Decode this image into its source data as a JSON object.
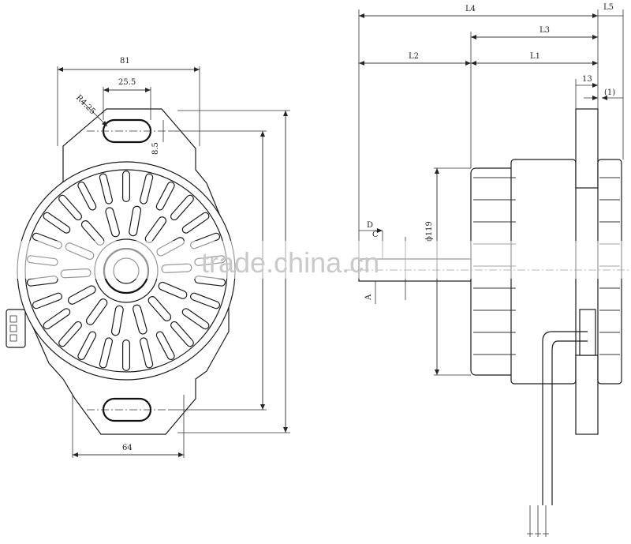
{
  "front_view": {
    "dims": {
      "width_top": "81",
      "slot_spacing": "25.5",
      "radius": "R4.25",
      "slot_width": "8.5",
      "width_bottom": "64"
    }
  },
  "side_view": {
    "dims": {
      "l4": "L4",
      "l5": "L5",
      "l3": "L3",
      "l2": "L2",
      "l1": "L1",
      "d13": "13",
      "d1": "(1)",
      "d": "D",
      "c": "C",
      "a": "A",
      "diameter": "ϕ119"
    }
  },
  "watermark": "trade.china.cn"
}
